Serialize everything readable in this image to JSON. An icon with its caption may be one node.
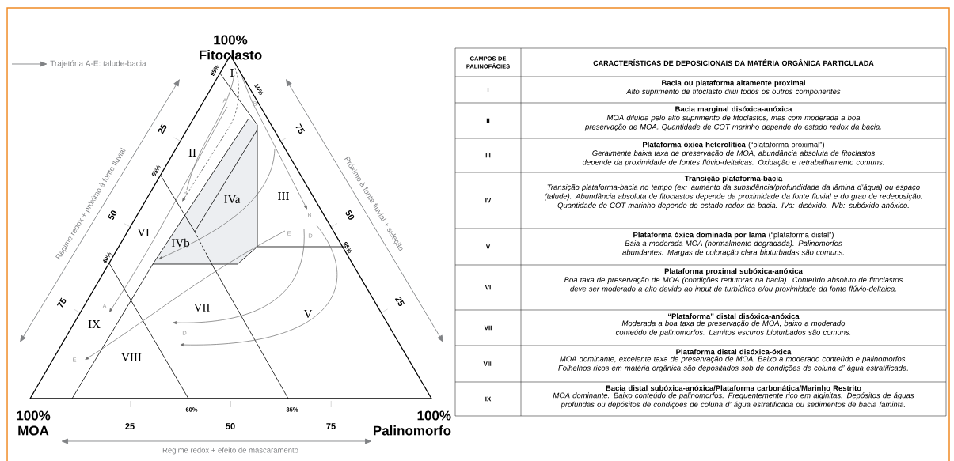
{
  "diagram": {
    "labels": [
      "100% Fitoclasto",
      "100% MOA",
      "100% Palinomorfo",
      "Regime redox + próximo à fonte fluvial",
      "Próximo à fonte fluvial + seleção",
      "Regime redox + efeito de mascaramento",
      "25",
      "50",
      "75",
      "75",
      "50",
      "25",
      "25",
      "50",
      "75",
      "95%",
      "10%",
      "65%",
      "40%",
      "95%",
      "60%",
      "35%",
      "I",
      "II",
      "III",
      "IVa",
      "IVb",
      "V",
      "VI",
      "VII",
      "VIII",
      "IX",
      "A",
      "B",
      "B",
      "B",
      "E",
      "D",
      "A",
      "D",
      "E",
      "CAMPOS DE PALINOFÁCIES",
      "CARACTERÍSTICAS DE DEPOSICIONAIS DA MATÉRIA ORGÂNICA PARTICULADA",
      "I",
      "Bacia ou plataforma altamente proximal",
      "Alto suprimento de fitoclasto dilui todos os outros componentes",
      "II",
      "Bacia marginal disóxica-anóxica",
      "MOA diluída pelo alto suprimento de fitoclastos, mas com moderada a boa preservação de MOA. Quantidade de COT marinho depende do estado redox da bacia.",
      "III",
      "**Plataforma óxica heterolítica** (“plataforma proximal”)",
      "Geralmente baixa taxa de preservação de MOA, abundância absoluta de fitoclastos depende da proximidade de fontes flúvio-deltaicas. Oxidação e retrabalhamento comuns.",
      "IV",
      "Transição plataforma-bacia",
      "Transição plataforma-bacia no tempo (ex: aumento da subsidência/profundidade da lâmina d’água) ou espaço (talude). Abundância absoluta de fitoclastos depende da proximidade da fonte fluvial e do grau de redeposição. Quantidade de COT marinho depende do estado redox da bacia. IVa: disóxido. IVb: subóxido-anóxico.",
      "V",
      "**Plataforma óxica dominada por lama** (“plataforma distal”)",
      "Baia a moderada MOA (normalmente degradada). Palinomorfos abundantes. Margas de coloração clara bioturbadas são comuns.",
      "VI",
      "Plataforma proximal subóxica-anóxica",
      "Boa taxa de preservação de MOA (condições redutoras na bacia). Conteúdo absoluto de fitoclastos deve ser moderado a alto devido ao input de turbíditos e/ou proximidade da fonte flúvio-deltaica.",
      "VII",
      "“Plataforma” distal disóxica-anóxica",
      "Moderada a boa taxa de preservação de MOA, baixo a moderado conteúdo de palinomorfos. Lamitos escuros bioturbados são comuns.",
      "VIII",
      "Plataforma distal disóxica-óxica",
      "MOA dominante, excelente taxa de preservação de MOA. Baixo a moderado conteúdo e palinomorfos. Folhelhos ricos em matéria orgânica são depositados sob de condições de coluna d’ água estratificada.",
      "IX",
      "Bacia distal subóxica-anóxica/Plataforma carbonática/Marinho Restrito",
      "MOA dominante. Baixo conteúdo de palinomorfos. Frequentemente rico em alginitas. Depósitos de águas profundas ou depósitos de condições de coluna d’ água estratificada ou sedimentos de bacia faminta."
    ],
    "legend": [
      {
        "text": "Trajetória A-E: talude-bacia"
      }
    ]
  }
}
